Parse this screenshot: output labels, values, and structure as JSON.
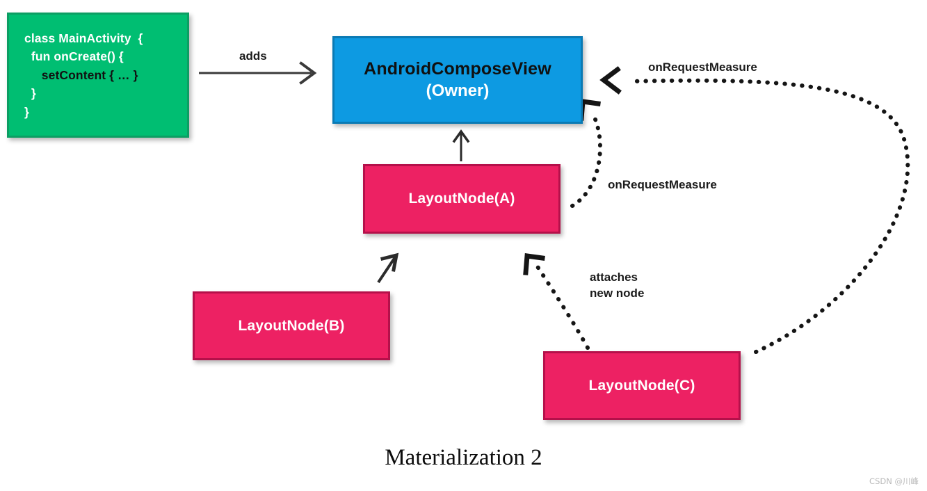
{
  "diagram": {
    "caption": "Materialization 2",
    "watermark": "CSDN @川峰",
    "colors": {
      "green": "#00BE72",
      "blue": "#0D9AE2",
      "pink": "#ED2163",
      "arrow": "#1b1b1b",
      "background": "#ffffff"
    },
    "code_box": {
      "lines": [
        "class MainActivity  {",
        "  fun onCreate() {",
        "     setContent { … }",
        "  }",
        "}"
      ],
      "line_styles": [
        "light",
        "light",
        "dark",
        "light",
        "light"
      ]
    },
    "owner_box": {
      "title": "AndroidComposeView",
      "subtitle": "(Owner)"
    },
    "nodes": [
      {
        "id": "a",
        "label": "LayoutNode(A)"
      },
      {
        "id": "b",
        "label": "LayoutNode(B)"
      },
      {
        "id": "c",
        "label": "LayoutNode(C)"
      }
    ],
    "edges": [
      {
        "id": "adds",
        "label": "adds",
        "style": "solid",
        "from": "code-box",
        "to": "owner-box"
      },
      {
        "id": "a-to-owner",
        "label": "",
        "style": "solid",
        "from": "node-a",
        "to": "owner-box"
      },
      {
        "id": "b-to-a",
        "label": "",
        "style": "solid",
        "from": "node-b",
        "to": "node-a"
      },
      {
        "id": "c-to-a",
        "label": "attaches\nnew node",
        "style": "dotted",
        "from": "node-c",
        "to": "node-a"
      },
      {
        "id": "a-to-owner-measure",
        "label": "onRequestMeasure",
        "style": "dotted",
        "from": "node-a",
        "to": "owner-box"
      },
      {
        "id": "c-to-owner-measure",
        "label": "onRequestMeasure",
        "style": "dotted",
        "from": "node-c",
        "to": "owner-box"
      }
    ]
  }
}
